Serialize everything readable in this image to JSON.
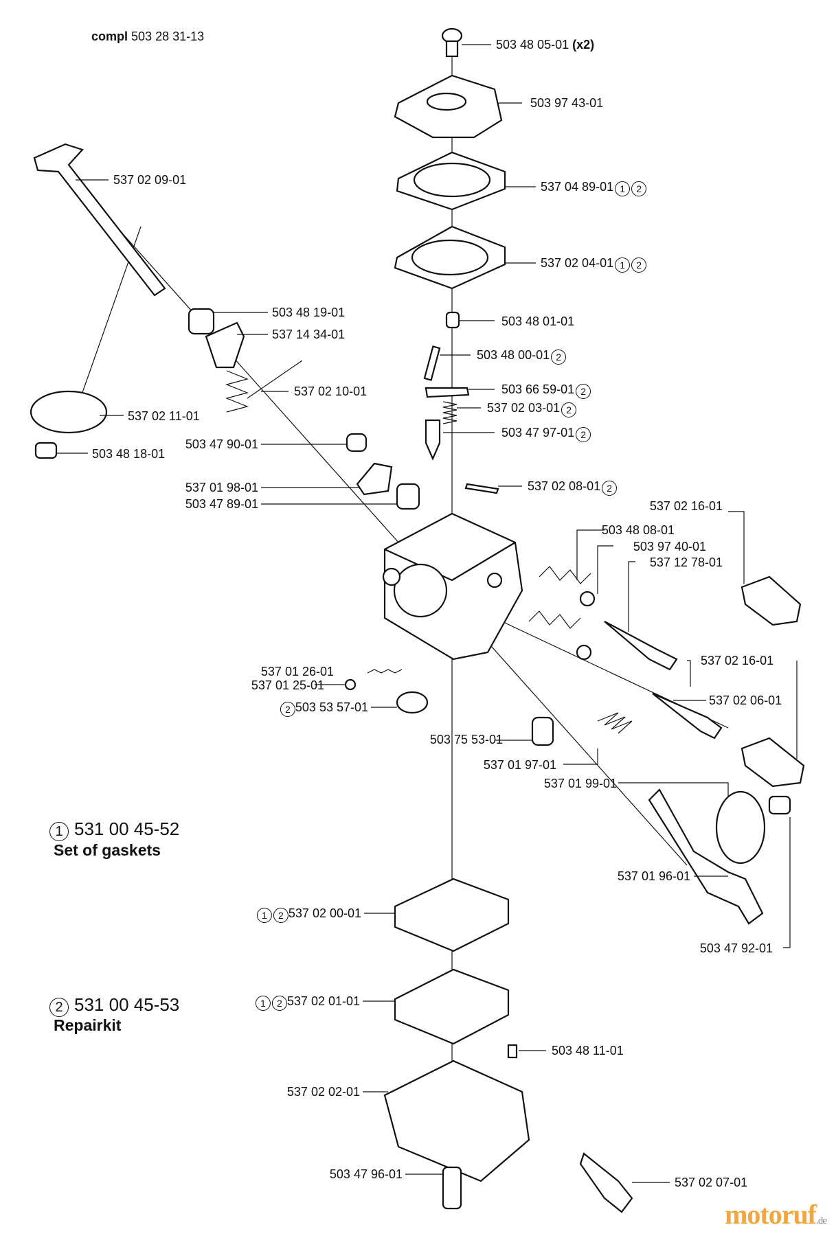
{
  "header": {
    "compl_prefix": "compl",
    "compl_number": "503 28 31-13"
  },
  "legend": [
    {
      "marker": "1",
      "number": "531 00 45-52",
      "title": "Set of gaskets"
    },
    {
      "marker": "2",
      "number": "531 00 45-53",
      "title": "Repairkit"
    }
  ],
  "parts": [
    {
      "id": "p1",
      "number": "503 48 05-01",
      "suffix": "(x2)",
      "markers": []
    },
    {
      "id": "p2",
      "number": "503 97 43-01",
      "markers": []
    },
    {
      "id": "p3",
      "number": "537 04 89-01",
      "markers": [
        "1",
        "2"
      ]
    },
    {
      "id": "p4",
      "number": "537 02 04-01",
      "markers": [
        "1",
        "2"
      ]
    },
    {
      "id": "p5",
      "number": "503 48 01-01",
      "markers": []
    },
    {
      "id": "p6",
      "number": "503 48 00-01",
      "markers": [
        "2"
      ]
    },
    {
      "id": "p7",
      "number": "503 66 59-01",
      "markers": [
        "2"
      ]
    },
    {
      "id": "p8",
      "number": "537 02 03-01",
      "markers": [
        "2"
      ]
    },
    {
      "id": "p9",
      "number": "503 47 97-01",
      "markers": [
        "2"
      ]
    },
    {
      "id": "p10",
      "number": "537 02 08-01",
      "markers": [
        "2"
      ]
    },
    {
      "id": "p11",
      "number": "537 02 09-01",
      "markers": []
    },
    {
      "id": "p12",
      "number": "503 48 19-01",
      "markers": []
    },
    {
      "id": "p13",
      "number": "537 14 34-01",
      "markers": []
    },
    {
      "id": "p14",
      "number": "537 02 10-01",
      "markers": []
    },
    {
      "id": "p15",
      "number": "537 02 11-01",
      "markers": []
    },
    {
      "id": "p16",
      "number": "503 48 18-01",
      "markers": []
    },
    {
      "id": "p17",
      "number": "503 47 90-01",
      "markers": []
    },
    {
      "id": "p18",
      "number": "537 01 98-01",
      "markers": []
    },
    {
      "id": "p19",
      "number": "503 47 89-01",
      "markers": []
    },
    {
      "id": "p20",
      "number": "537 02 16-01",
      "markers": []
    },
    {
      "id": "p21",
      "number": "503 48 08-01",
      "markers": []
    },
    {
      "id": "p22",
      "number": "503 97 40-01",
      "markers": []
    },
    {
      "id": "p23",
      "number": "537 12 78-01",
      "markers": []
    },
    {
      "id": "p24",
      "number": "537 02 16-01",
      "markers": []
    },
    {
      "id": "p25",
      "number": "537 02 06-01",
      "markers": []
    },
    {
      "id": "p26",
      "number": "537 01 26-01",
      "markers": []
    },
    {
      "id": "p27",
      "number": "537 01 25-01",
      "markers": []
    },
    {
      "id": "p28",
      "number": "503 53 57-01",
      "markers": [
        "2"
      ],
      "markers_before": true
    },
    {
      "id": "p29",
      "number": "503 75 53-01",
      "markers": []
    },
    {
      "id": "p30",
      "number": "537 01 97-01",
      "markers": []
    },
    {
      "id": "p31",
      "number": "537 01 99-01",
      "markers": []
    },
    {
      "id": "p32",
      "number": "537 01 96-01",
      "markers": []
    },
    {
      "id": "p33",
      "number": "503 47 92-01",
      "markers": []
    },
    {
      "id": "p34",
      "number": "537 02 00-01",
      "markers": [
        "1",
        "2"
      ],
      "markers_before": true
    },
    {
      "id": "p35",
      "number": "537 02 01-01",
      "markers": [
        "1",
        "2"
      ],
      "markers_before": true
    },
    {
      "id": "p36",
      "number": "503 48 11-01",
      "markers": []
    },
    {
      "id": "p37",
      "number": "537 02 02-01",
      "markers": []
    },
    {
      "id": "p38",
      "number": "503 47 96-01",
      "markers": []
    },
    {
      "id": "p39",
      "number": "537 02 07-01",
      "markers": []
    }
  ],
  "watermark": {
    "text": "motoruf",
    "tld": ".de"
  }
}
